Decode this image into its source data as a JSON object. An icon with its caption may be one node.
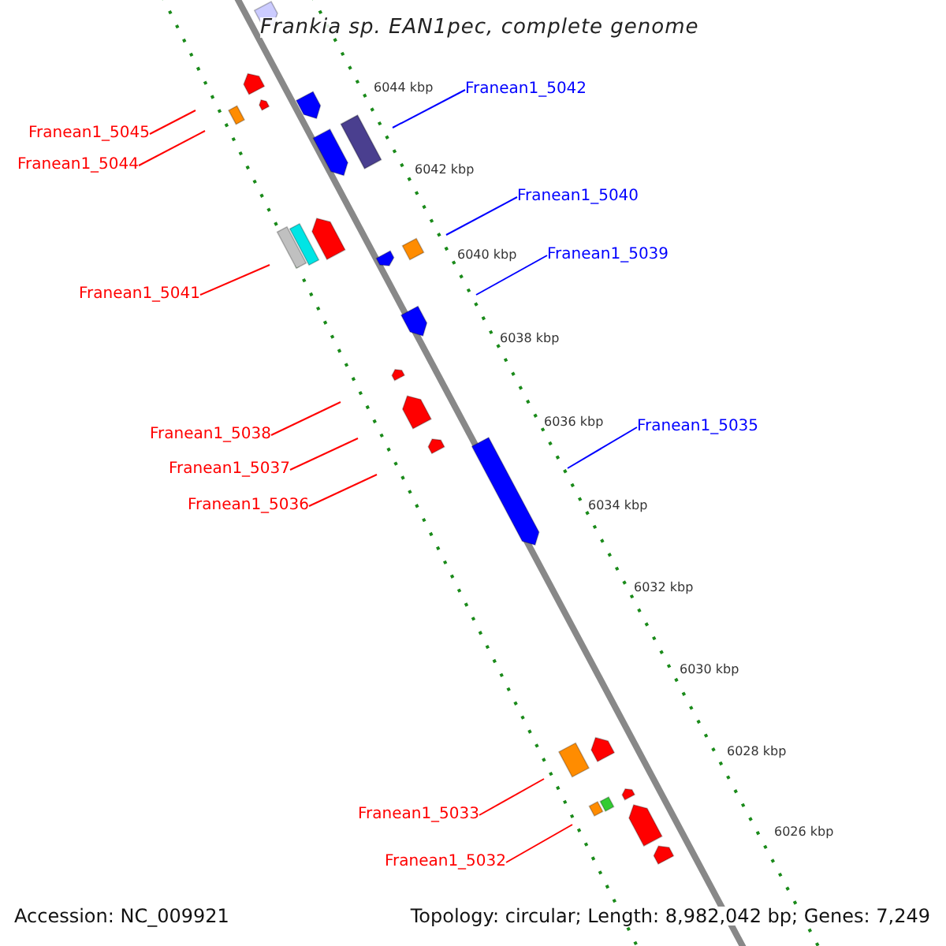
{
  "diagram": {
    "title": "Frankia sp. EAN1pec, complete genome",
    "nodes": [
      {
        "text": [
          "Franean1_5045"
        ]
      },
      {
        "text": [
          "Franean1_5044"
        ]
      },
      {
        "text": [
          "Franean1_5041"
        ]
      },
      {
        "text": [
          "Franean1_5038"
        ]
      },
      {
        "text": [
          "Franean1_5037"
        ]
      },
      {
        "text": [
          "Franean1_5036"
        ]
      },
      {
        "text": [
          "Franean1_5033"
        ]
      },
      {
        "text": [
          "Franean1_5032"
        ]
      },
      {
        "text": [
          "Franean1_5042"
        ]
      },
      {
        "text": [
          "Franean1_5040"
        ]
      },
      {
        "text": [
          "Franean1_5039"
        ]
      },
      {
        "text": [
          "Franean1_5035"
        ]
      }
    ],
    "edges": [
      {
        "from": 0,
        "to": null,
        "arrow": "none"
      },
      {
        "from": 1,
        "to": null,
        "arrow": "none"
      },
      {
        "from": 2,
        "to": null,
        "arrow": "none"
      },
      {
        "from": 3,
        "to": null,
        "arrow": "none"
      },
      {
        "from": 4,
        "to": null,
        "arrow": "none"
      },
      {
        "from": 5,
        "to": null,
        "arrow": "none"
      },
      {
        "from": 6,
        "to": null,
        "arrow": "none"
      },
      {
        "from": 7,
        "to": null,
        "arrow": "none"
      },
      {
        "from": 8,
        "to": null,
        "arrow": "none",
        "color": "#0000ff"
      },
      {
        "from": 9,
        "to": null,
        "arrow": "none",
        "color": "#0000ff"
      },
      {
        "from": 10,
        "to": null,
        "arrow": "none",
        "color": "#0000ff"
      },
      {
        "from": 11,
        "to": null,
        "arrow": "none",
        "color": "#0000ff"
      }
    ],
    "labels": [
      "6044 kbp",
      "6042 kbp",
      "6040 kbp",
      "6038 kbp",
      "6036 kbp",
      "6034 kbp",
      "6032 kbp",
      "6030 kbp",
      "6028 kbp",
      "6026 kbp",
      "Accession: NC_009921",
      "Topology: circular; Length: 8,982,042 bp; Genes: 7,249"
    ]
  }
}
